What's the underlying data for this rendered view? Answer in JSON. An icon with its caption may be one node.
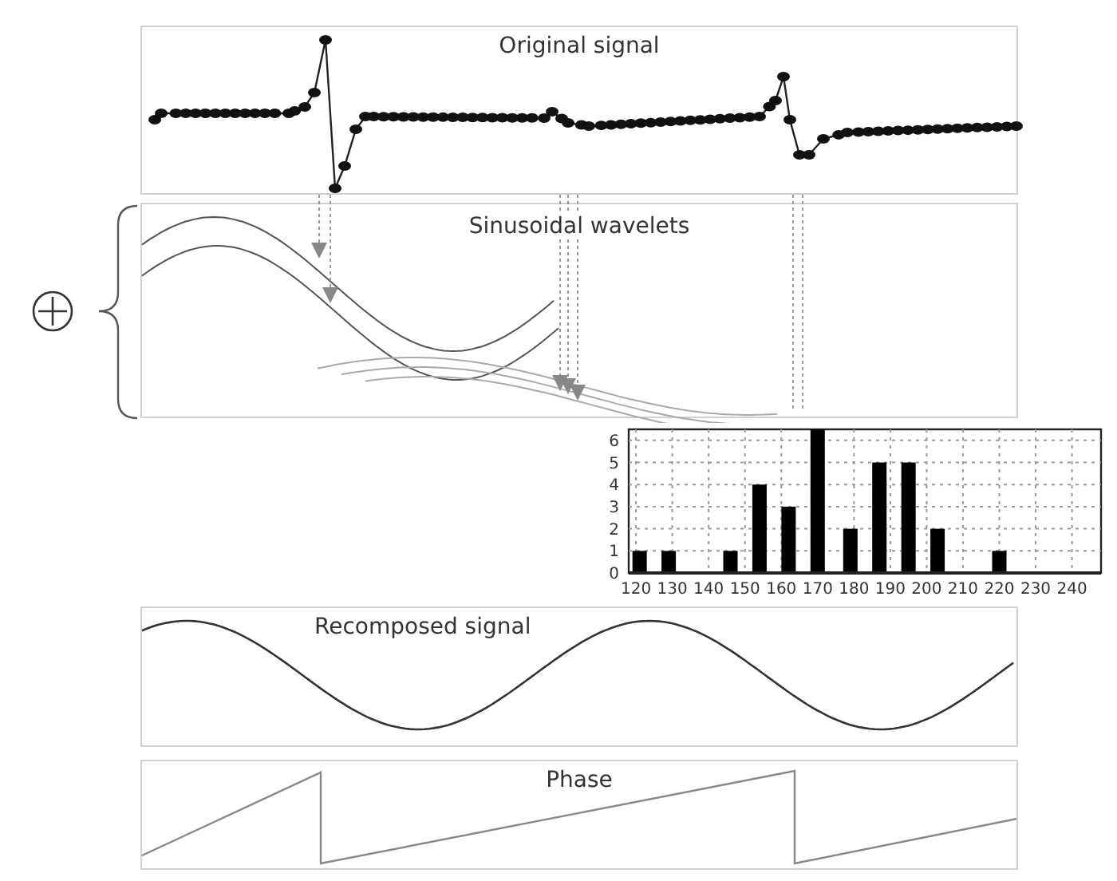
{
  "diagram": {
    "nodes": [
      {
        "text": [
          "Original signal"
        ]
      },
      {
        "text": [
          "Sinusoidal wavelets"
        ]
      },
      {
        "text": [
          "Recomposed signal"
        ]
      },
      {
        "text": [
          "Phase"
        ]
      }
    ],
    "edges": [
      {
        "from": 0,
        "to": 1,
        "arrow": "to",
        "style": "dashed"
      },
      {
        "from": 0,
        "to": 1,
        "arrow": "to",
        "style": "dashed"
      },
      {
        "from": 0,
        "to": 1,
        "arrow": "to",
        "style": "dashed"
      },
      {
        "from": 0,
        "to": 1,
        "arrow": "to",
        "style": "dashed"
      },
      {
        "from": 0,
        "to": 1,
        "arrow": "to",
        "style": "dashed"
      },
      {
        "from": 0,
        "to": 1,
        "arrow": "none",
        "style": "dashed"
      },
      {
        "from": 0,
        "to": 1,
        "arrow": "none",
        "style": "dashed"
      }
    ],
    "chart_data": {
      "type": "bar",
      "grid": true,
      "x": [
        121,
        129,
        146,
        154,
        162,
        170,
        179,
        187,
        195,
        203,
        220
      ],
      "values": [
        1,
        1,
        1,
        4,
        3,
        6.5,
        2,
        5,
        5,
        2,
        1
      ],
      "xlim": [
        118,
        248
      ],
      "ylim": [
        0,
        6.5
      ],
      "xticks": [
        120,
        130,
        140,
        150,
        160,
        170,
        180,
        190,
        200,
        210,
        220,
        230,
        240
      ],
      "yticks": [
        0,
        1,
        2,
        3,
        4,
        5,
        6
      ]
    }
  }
}
